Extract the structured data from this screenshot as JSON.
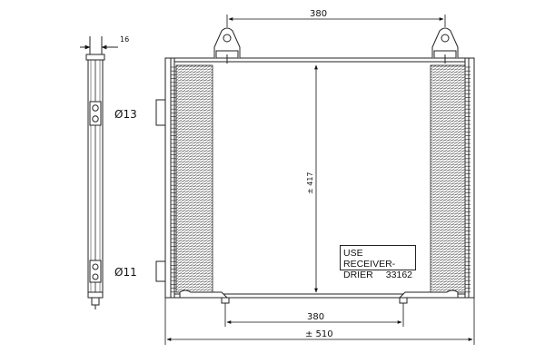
{
  "dimensions": {
    "top_spacing": "380",
    "bottom_spacing": "380",
    "overall_width": "± 510",
    "height": "± 417",
    "depth": "16",
    "upper_port_diameter": "Ø13",
    "lower_port_diameter": "Ø11"
  },
  "note": {
    "line1": "USE RECEIVER-",
    "line2_word": "DRIER",
    "line2_number": "33162"
  }
}
